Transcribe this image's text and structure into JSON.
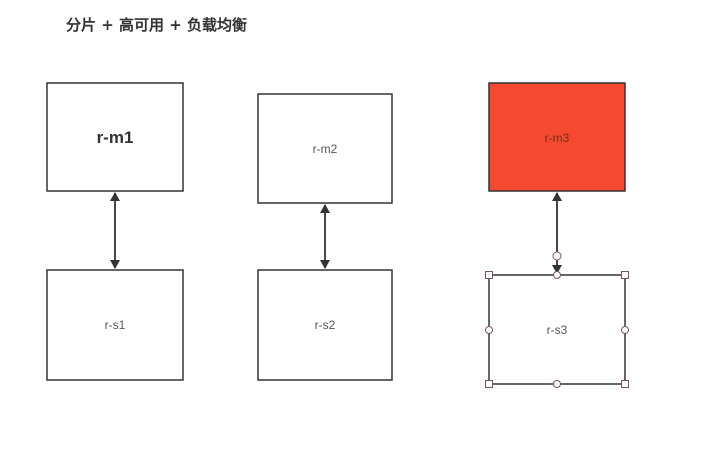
{
  "title": "分片 + 高可用 + 负载均衡",
  "nodes": {
    "m1": {
      "label": "r-m1"
    },
    "m2": {
      "label": "r-m2"
    },
    "m3": {
      "label": "r-m3",
      "fill": "#f54a30"
    },
    "s1": {
      "label": "r-s1"
    },
    "s2": {
      "label": "r-s2"
    },
    "s3": {
      "label": "r-s3",
      "selected": true
    }
  },
  "colors": {
    "stroke": "#333333",
    "handle": "#7a5560"
  }
}
